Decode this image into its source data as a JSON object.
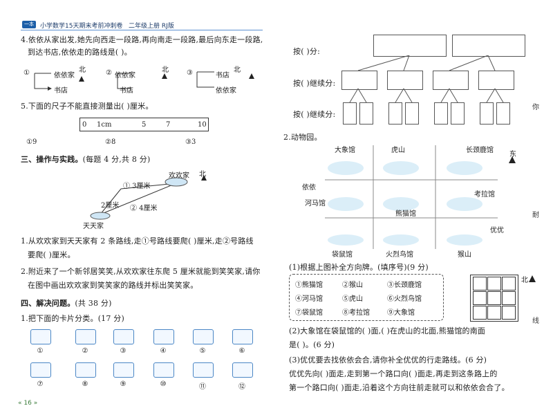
{
  "header": {
    "logo": "一本",
    "title": "小学数学15天期末考前冲刺卷",
    "grade": "二年级上册 RJ版"
  },
  "left": {
    "q4": {
      "text": "4.依依从家出发,她先向西走一段路,再向南走一段路,最后向东走一段路,",
      "text2": "到达书店,依依走的路线是(   )。",
      "options": [
        {
          "num": "①",
          "a": "依依家",
          "b": "书店"
        },
        {
          "num": "②",
          "a": "依依家",
          "b": "书店"
        },
        {
          "num": "③",
          "a": "书店",
          "b": "依依家"
        }
      ],
      "north": "北"
    },
    "q5": {
      "text": "5.下面的尺子不能直接测量出(   )厘米。",
      "ruler_labels": [
        "0",
        "1cm",
        "5",
        "7",
        "10"
      ],
      "options": [
        "①9",
        "②8",
        "③3"
      ]
    },
    "sec3": {
      "title": "三、操作与实践。",
      "note": "(每题 4 分,共 8 分)",
      "map": {
        "home1": "欢欢家",
        "home2": "天天家",
        "route1": "① 3厘米",
        "route2": "2厘米",
        "route3": "② 4厘米",
        "north": "北"
      },
      "p1": "1.从欢欢家到天天家有 2 条路线,走①号路线要爬(    )厘米,走②号路线",
      "p1b": "要爬(    )厘米。",
      "p2": "2.附近来了一个新邻居笑笑,从欢欢家往东爬 5 厘米就能到笑笑家,请你",
      "p2b": "在图中画出欢欢家到笑笑家的路线并标出笑笑家。"
    },
    "sec4": {
      "title": "四、解决问题。",
      "note": "(共 38 分)",
      "q1": "1.把下面的卡片分类。(17 分)",
      "cards_row1": [
        "①",
        "②",
        "③",
        "④",
        "⑤",
        "⑥"
      ],
      "cards_row2": [
        "⑦",
        "⑧",
        "⑨",
        "⑩",
        "⑪",
        "⑫"
      ]
    }
  },
  "right": {
    "tree": {
      "row1": "按(        )分:",
      "row2": "按(        )继续分:",
      "row3": "按(        )继续分:"
    },
    "q2": {
      "title": "2.动物园。",
      "labels": [
        "大象馆",
        "虎山",
        "长颈鹿馆",
        "依依",
        "河马馆",
        "熊猫馆",
        "考拉馆",
        "优优",
        "袋鼠馆",
        "火烈鸟馆",
        "猴山"
      ],
      "east": "东",
      "sub1": "(1)根据上图补全方向牌。(填序号)(9 分)",
      "legend": [
        "①熊猫馆",
        "②猴山",
        "③长颈鹿馆",
        "④河马馆",
        "⑤虎山",
        "⑥火烈鸟馆",
        "⑦袋鼠馆",
        "⑧考拉馆",
        "⑨大象馆"
      ],
      "north": "北",
      "sub2": "(2)大象馆在袋鼠馆的(     )面,(     )在虎山的北面,熊猫馆的南面",
      "sub2b": "是(     )。(6 分)",
      "sub3": "(3)优优要去找依依会合,请你补全优优的行走路线。(6 分)",
      "sub3b": "优优先向(     )面走,走到第一个路口向(     )面走,再走到这条路上的",
      "sub3c": "第一个路口向(     )面走,沿着这个方向往前走就可以和依依会合了。"
    },
    "side": [
      "你",
      "耐",
      "线"
    ]
  },
  "footer": {
    "page": "16"
  }
}
